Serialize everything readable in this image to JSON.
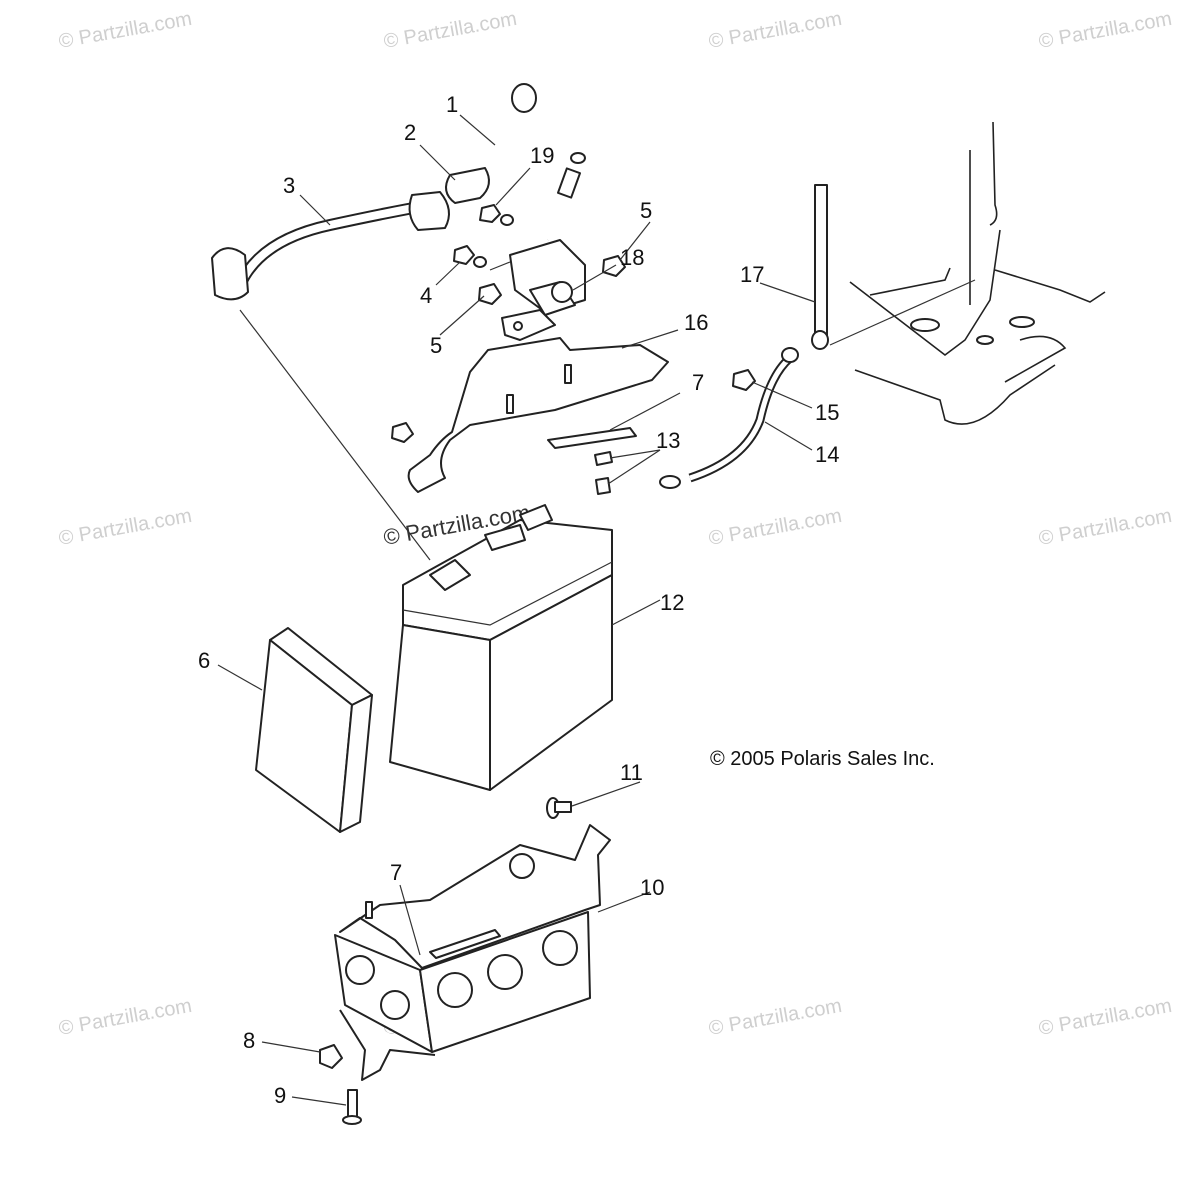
{
  "diagram": {
    "copyright": "© 2005 Polaris Sales Inc.",
    "watermark": "© Partzilla.com",
    "callouts": [
      "1",
      "2",
      "3",
      "4",
      "5",
      "5",
      "6",
      "7",
      "7",
      "8",
      "9",
      "10",
      "11",
      "12",
      "13",
      "14",
      "15",
      "16",
      "17",
      "18",
      "19"
    ]
  },
  "colors": {
    "lines": "#222222",
    "watermark": "#cfcfcf",
    "background": "#ffffff"
  }
}
